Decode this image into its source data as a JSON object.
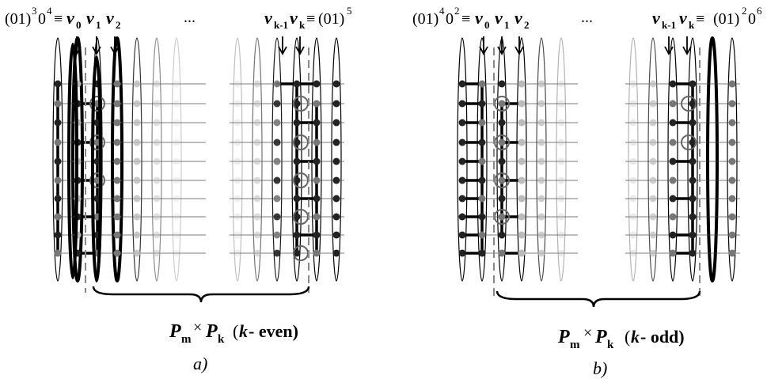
{
  "panel_a": {
    "left_label_base": "(01)",
    "left_label_exp1": "3",
    "left_label_mid": "0",
    "left_label_exp2": "4",
    "equiv": "≡",
    "v_labels": [
      {
        "v": "v",
        "sub": "0"
      },
      {
        "v": "v",
        "sub": "1"
      },
      {
        "v": "v",
        "sub": "2"
      }
    ],
    "dots": "...",
    "right_v_labels": [
      {
        "v": "v",
        "sub": "k-1"
      },
      {
        "v": "v",
        "sub": "k"
      }
    ],
    "right_label_base": "(01)",
    "right_label_exp": "5",
    "caption_P": "P",
    "caption_m": "m",
    "caption_times": "×",
    "caption_k": "k",
    "caption_paren": "(k - even)",
    "caption_paren_k": "k",
    "caption_paren_rest": " - even)",
    "letter": "a)"
  },
  "panel_b": {
    "left_label_base": "(01)",
    "left_label_exp1": "4",
    "left_label_mid": "0",
    "left_label_exp2": "2",
    "equiv": "≡",
    "v_labels": [
      {
        "v": "v",
        "sub": "0"
      },
      {
        "v": "v",
        "sub": "1"
      },
      {
        "v": "v",
        "sub": "2"
      }
    ],
    "dots": "...",
    "right_v_labels": [
      {
        "v": "v",
        "sub": "k-1"
      },
      {
        "v": "v",
        "sub": "k"
      }
    ],
    "right_label_base": "(01)",
    "right_label_exp1": "2",
    "right_label_mid": "0",
    "right_label_exp2": "6",
    "caption_P": "P",
    "caption_m": "m",
    "caption_times": "×",
    "caption_k": "k",
    "caption_paren_k": "k",
    "caption_paren_rest": " - odd)",
    "letter": "b)"
  },
  "colors": {
    "dark_node": "#222222",
    "mid_node": "#777777",
    "light_node": "#bbbbbb",
    "edge": "#000000",
    "dash": "#888888"
  }
}
